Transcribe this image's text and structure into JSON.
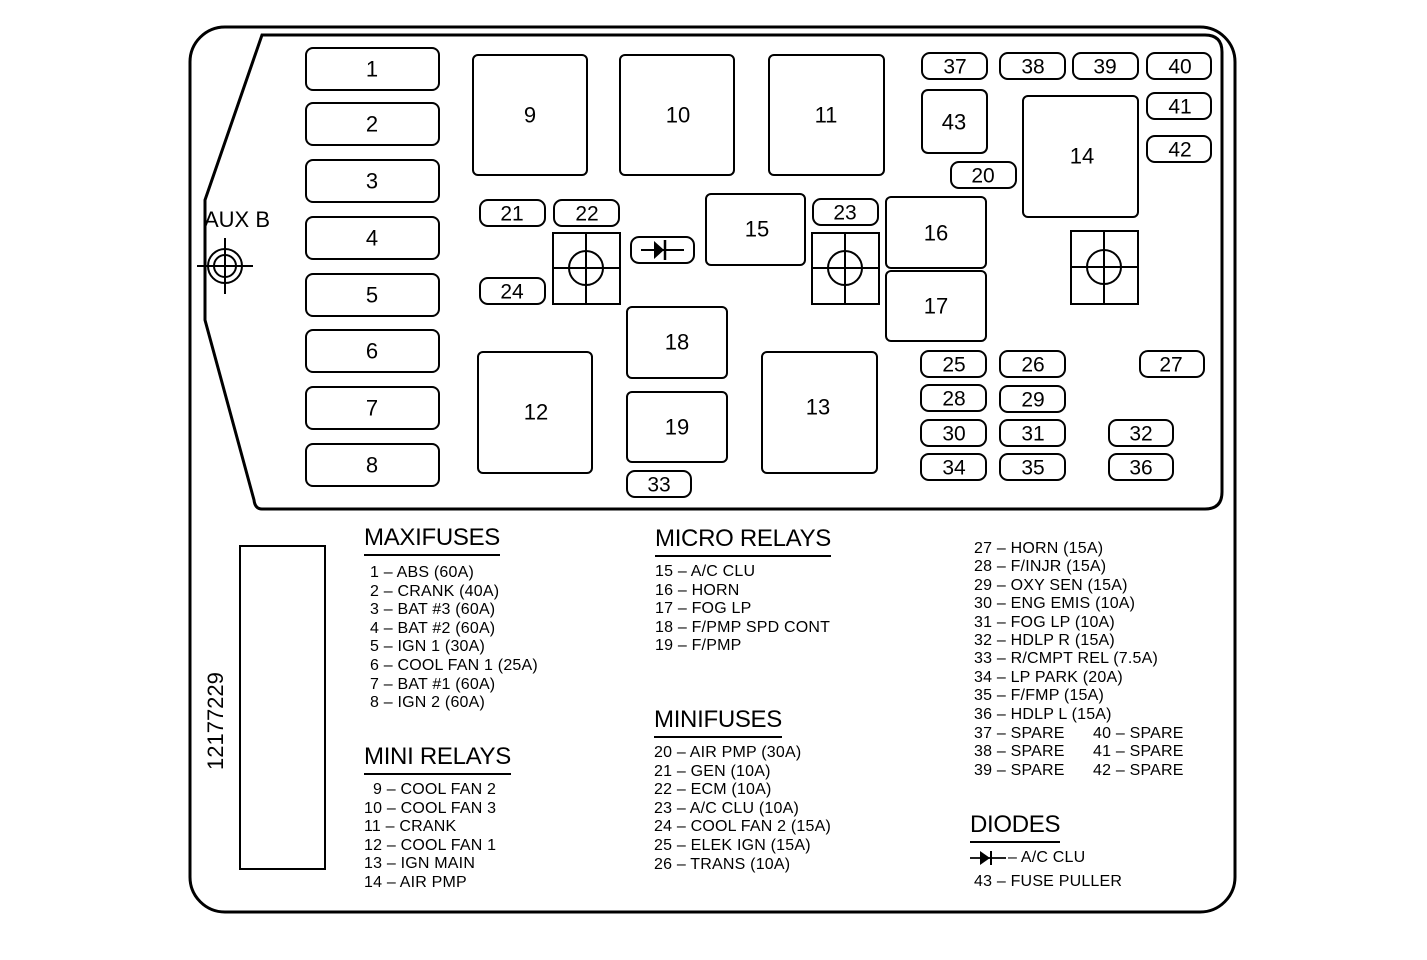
{
  "part_number": "12177229",
  "aux_label": "AUX B",
  "slots": {
    "maxi": [
      "1",
      "2",
      "3",
      "4",
      "5",
      "6",
      "7",
      "8"
    ],
    "relays_large": [
      "9",
      "10",
      "11",
      "12",
      "13",
      "14"
    ],
    "relays_micro": [
      "15",
      "16",
      "17",
      "18",
      "19"
    ],
    "minifuses": [
      "20",
      "21",
      "22",
      "23",
      "24",
      "25",
      "26",
      "27",
      "28",
      "29",
      "30",
      "31",
      "32",
      "33",
      "34",
      "35",
      "36",
      "37",
      "38",
      "39",
      "40",
      "41",
      "42"
    ],
    "puller": "43"
  },
  "legend": {
    "maxifuses": {
      "title": "MAXIFUSES",
      "items": [
        "1 – ABS (60A)",
        "2 – CRANK (40A)",
        "3 – BAT #3 (60A)",
        "4 – BAT #2 (60A)",
        "5 – IGN 1 (30A)",
        "6 – COOL FAN 1 (25A)",
        "7 – BAT #1 (60A)",
        "8 – IGN 2 (60A)"
      ]
    },
    "mini_relays": {
      "title": "MINI RELAYS",
      "items": [
        "9 – COOL FAN 2",
        "10 – COOL FAN 3",
        "11 – CRANK",
        "12 – COOL FAN 1",
        "13 – IGN MAIN",
        "14 – AIR PMP"
      ]
    },
    "micro_relays": {
      "title": "MICRO RELAYS",
      "items": [
        "15 – A/C CLU",
        "16 – HORN",
        "17 – FOG LP",
        "18 – F/PMP SPD CONT",
        "19 – F/PMP"
      ]
    },
    "minifuses": {
      "title": "MINIFUSES",
      "items": [
        "20 – AIR PMP (30A)",
        "21 – GEN (10A)",
        "22 – ECM (10A)",
        "23 – A/C CLU (10A)",
        "24 – COOL FAN 2 (15A)",
        "25 – ELEK IGN (15A)",
        "26 – TRANS (10A)"
      ]
    },
    "fuses_right": {
      "items": [
        "27 – HORN (15A)",
        "28 – F/INJR (15A)",
        "29 – OXY SEN (15A)",
        "30 – ENG EMIS (10A)",
        "31 – FOG LP (10A)",
        "32 – HDLP R (15A)",
        "33 – R/CMPT REL (7.5A)",
        "34 – LP PARK (20A)",
        "35 – F/FMP (15A)",
        "36 – HDLP L (15A)"
      ]
    },
    "spares_left": [
      "37 – SPARE",
      "38 – SPARE",
      "39 – SPARE"
    ],
    "spares_right": [
      "40 – SPARE",
      "41 – SPARE",
      "42 – SPARE"
    ],
    "diodes": {
      "title": "DIODES",
      "ac_clu": "– A/C CLU",
      "puller": "43 – FUSE PULLER"
    }
  }
}
